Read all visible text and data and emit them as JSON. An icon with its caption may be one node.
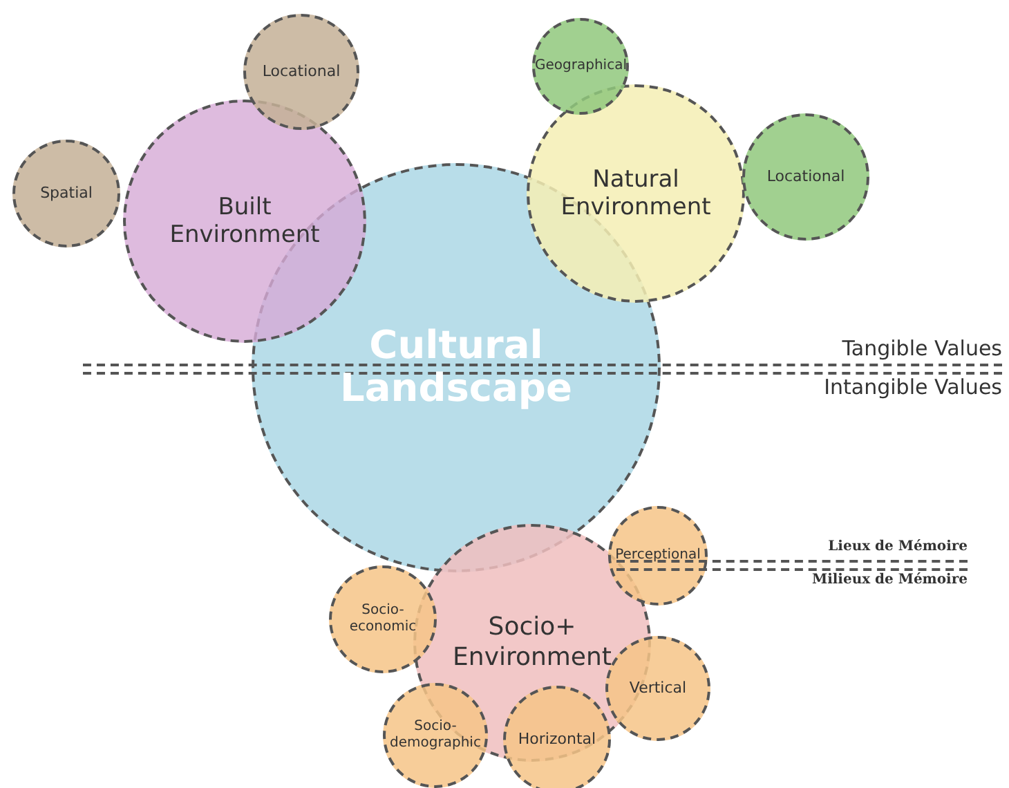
{
  "diagram": {
    "nodes": [
      {
        "text": [
          "Locational"
        ]
      },
      {
        "text": [
          "Geographical"
        ]
      },
      {
        "text": [
          "Spatial"
        ]
      },
      {
        "text": [
          "Built Environment"
        ]
      },
      {
        "text": [
          "Natural Environment"
        ]
      },
      {
        "text": [
          "Locational"
        ]
      },
      {
        "text": [
          "Cultural Landscape"
        ]
      },
      {
        "text": [
          "Perceptional"
        ]
      },
      {
        "text": [
          "Socio+ Environment"
        ]
      },
      {
        "text": [
          "Socio-economic"
        ]
      },
      {
        "text": [
          "Vertical"
        ]
      },
      {
        "text": [
          "Socio-demographic"
        ]
      },
      {
        "text": [
          "Horizontal"
        ]
      }
    ],
    "edges": [],
    "labels": [
      "Tangible Values",
      "Intangible Values",
      "Lieux de Mémoire",
      "Milieux de Mémoire"
    ]
  }
}
